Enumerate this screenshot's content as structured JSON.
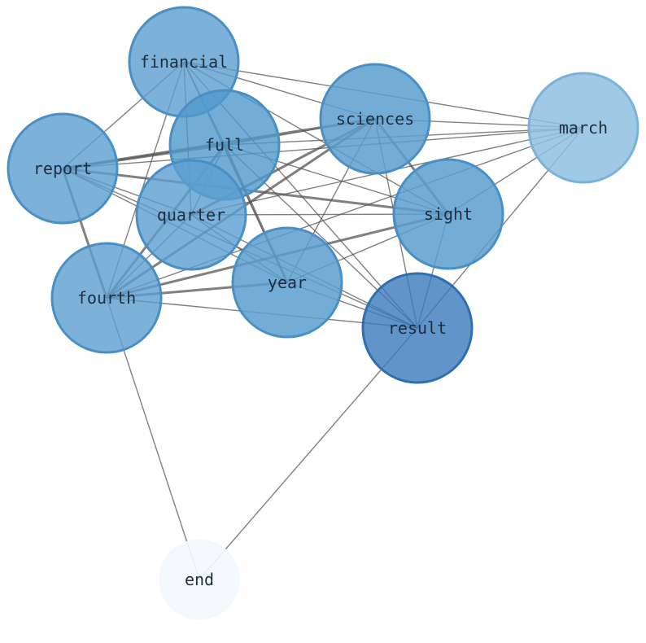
{
  "nodes": [
    {
      "id": "financial",
      "label": "financial",
      "fill": "#5b9fcf",
      "stroke": "#4a8fc4",
      "opacity": 0.8
    },
    {
      "id": "sciences",
      "label": "sciences",
      "fill": "#5b9fcf",
      "stroke": "#4a8fc4",
      "opacity": 0.85
    },
    {
      "id": "march",
      "label": "march",
      "fill": "#8ec0e0",
      "stroke": "#7ab3d8",
      "opacity": 0.85
    },
    {
      "id": "full",
      "label": "full",
      "fill": "#4f98cc",
      "stroke": "#4a8fc4",
      "opacity": 0.8
    },
    {
      "id": "report",
      "label": "report",
      "fill": "#5b9fcf",
      "stroke": "#4a8fc4",
      "opacity": 0.8
    },
    {
      "id": "quarter",
      "label": "quarter",
      "fill": "#5b9fcf",
      "stroke": "#4a8fc4",
      "opacity": 0.8
    },
    {
      "id": "sight",
      "label": "sight",
      "fill": "#5b9fcf",
      "stroke": "#4a8fc4",
      "opacity": 0.85
    },
    {
      "id": "year",
      "label": "year",
      "fill": "#5b9fcf",
      "stroke": "#4a8fc4",
      "opacity": 0.85
    },
    {
      "id": "fourth",
      "label": "fourth",
      "fill": "#5b9fcf",
      "stroke": "#4a8fc4",
      "opacity": 0.8
    },
    {
      "id": "result",
      "label": "result",
      "fill": "#3a7bbd",
      "stroke": "#2f6fae",
      "opacity": 0.8
    },
    {
      "id": "end",
      "label": "end",
      "fill": "#f2f8fd",
      "stroke": "#f2f8fd",
      "opacity": 0.9
    }
  ],
  "edges": [
    {
      "source": "financial",
      "target": "march",
      "weight": 1
    },
    {
      "source": "financial",
      "target": "report",
      "weight": 1
    },
    {
      "source": "financial",
      "target": "quarter",
      "weight": 1
    },
    {
      "source": "financial",
      "target": "fourth",
      "weight": 1
    },
    {
      "source": "financial",
      "target": "year",
      "weight": 1
    },
    {
      "source": "financial",
      "target": "result",
      "weight": 1
    },
    {
      "source": "financial",
      "target": "sight",
      "weight": 1
    },
    {
      "source": "financial",
      "target": "sciences",
      "weight": 1
    },
    {
      "source": "financial",
      "target": "full",
      "weight": 1
    },
    {
      "source": "sciences",
      "target": "march",
      "weight": 1
    },
    {
      "source": "sciences",
      "target": "report",
      "weight": 2
    },
    {
      "source": "sciences",
      "target": "quarter",
      "weight": 2
    },
    {
      "source": "sciences",
      "target": "fourth",
      "weight": 2
    },
    {
      "source": "sciences",
      "target": "sight",
      "weight": 2
    },
    {
      "source": "sciences",
      "target": "year",
      "weight": 1
    },
    {
      "source": "sciences",
      "target": "result",
      "weight": 1
    },
    {
      "source": "sciences",
      "target": "full",
      "weight": 1
    },
    {
      "source": "march",
      "target": "report",
      "weight": 1
    },
    {
      "source": "march",
      "target": "full",
      "weight": 1
    },
    {
      "source": "march",
      "target": "quarter",
      "weight": 1
    },
    {
      "source": "march",
      "target": "fourth",
      "weight": 1
    },
    {
      "source": "march",
      "target": "result",
      "weight": 1
    },
    {
      "source": "march",
      "target": "sight",
      "weight": 1
    },
    {
      "source": "full",
      "target": "report",
      "weight": 2
    },
    {
      "source": "full",
      "target": "fourth",
      "weight": 2
    },
    {
      "source": "full",
      "target": "quarter",
      "weight": 1
    },
    {
      "source": "full",
      "target": "year",
      "weight": 2
    },
    {
      "source": "full",
      "target": "sight",
      "weight": 1
    },
    {
      "source": "full",
      "target": "result",
      "weight": 1
    },
    {
      "source": "report",
      "target": "sight",
      "weight": 2
    },
    {
      "source": "report",
      "target": "fourth",
      "weight": 2
    },
    {
      "source": "report",
      "target": "year",
      "weight": 1
    },
    {
      "source": "report",
      "target": "result",
      "weight": 1
    },
    {
      "source": "report",
      "target": "quarter",
      "weight": 1
    },
    {
      "source": "quarter",
      "target": "sight",
      "weight": 1
    },
    {
      "source": "quarter",
      "target": "year",
      "weight": 1
    },
    {
      "source": "quarter",
      "target": "result",
      "weight": 1
    },
    {
      "source": "quarter",
      "target": "fourth",
      "weight": 1
    },
    {
      "source": "sight",
      "target": "fourth",
      "weight": 2
    },
    {
      "source": "sight",
      "target": "year",
      "weight": 1
    },
    {
      "source": "sight",
      "target": "result",
      "weight": 1
    },
    {
      "source": "year",
      "target": "fourth",
      "weight": 2
    },
    {
      "source": "year",
      "target": "result",
      "weight": 1
    },
    {
      "source": "fourth",
      "target": "result",
      "weight": 1
    },
    {
      "source": "fourth",
      "target": "end",
      "weight": 1
    },
    {
      "source": "result",
      "target": "end",
      "weight": 1
    }
  ]
}
